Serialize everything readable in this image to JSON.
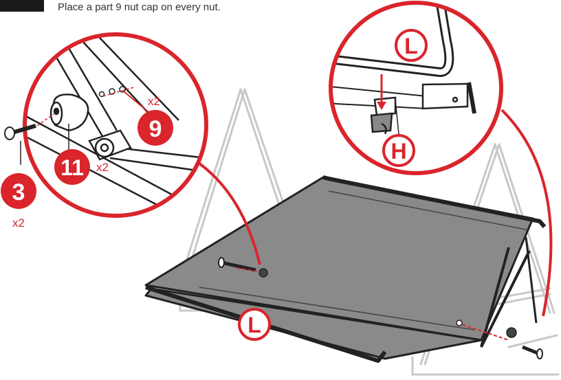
{
  "instruction": "Place a part 9 nut cap on every nut.",
  "callouts": {
    "part_3": "3",
    "part_3_qty": "x2",
    "part_11": "11",
    "part_11_qty": "x2",
    "part_9": "9",
    "part_9_qty": "x2",
    "label_L_top": "L",
    "label_H": "H",
    "label_L_seat": "L"
  },
  "colors": {
    "accent": "#d9252b",
    "line": "#222222",
    "fabric": "#8a8a8a",
    "frame_light": "#c8c8c8"
  }
}
